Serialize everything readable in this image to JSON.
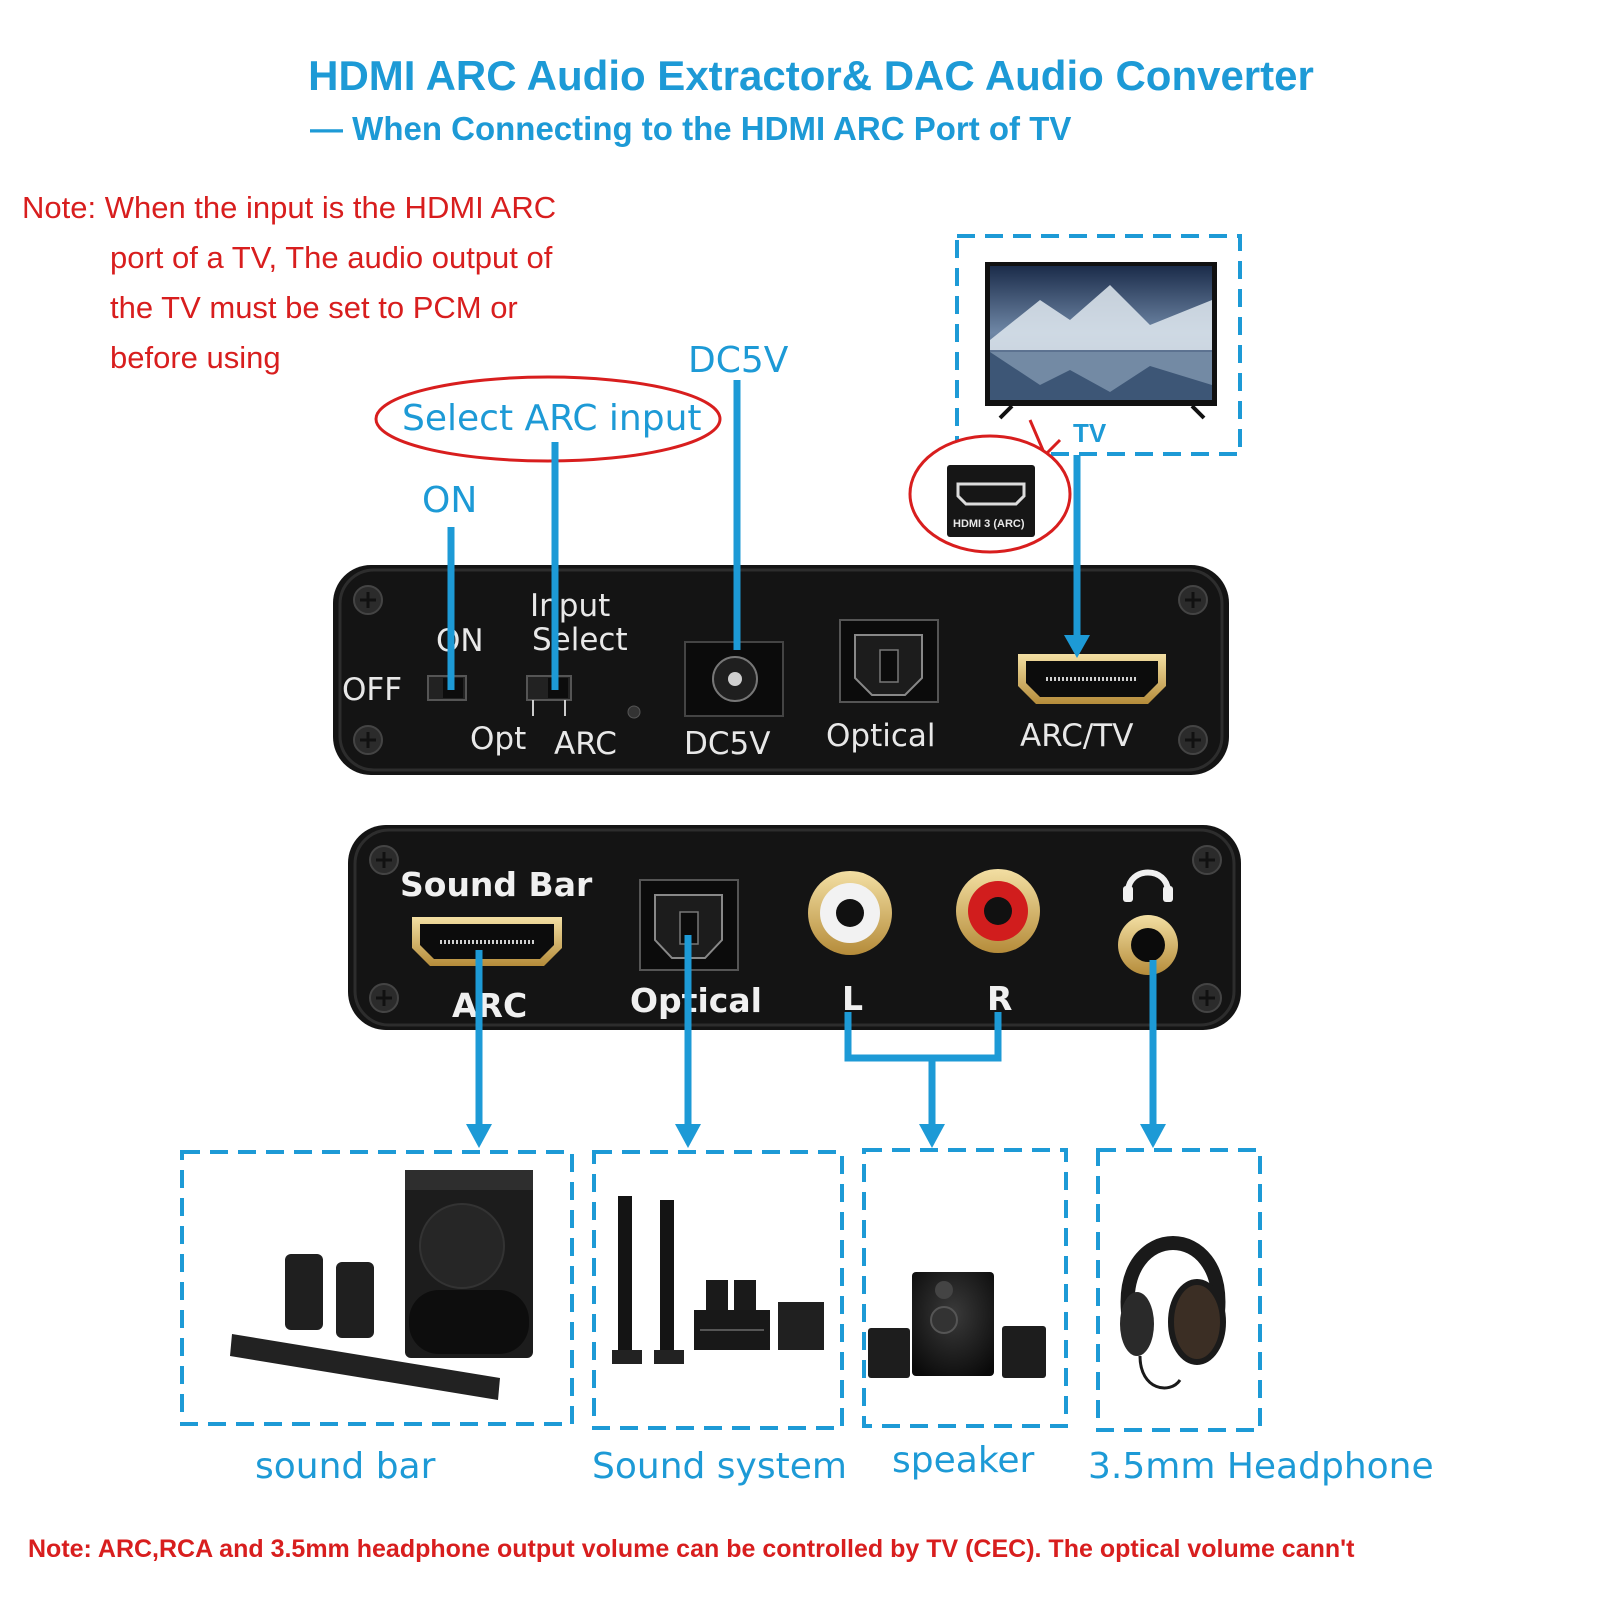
{
  "header": {
    "title": "HDMI ARC  Audio Extractor& DAC Audio Converter",
    "subtitle": "— When Connecting to the HDMI ARC Port of  TV"
  },
  "top_note": {
    "line1": "Note: When the input is the HDMI ARC",
    "line2": "port of a TV, The audio output of",
    "line3": "the TV must be set to PCM or",
    "line4": "before using"
  },
  "callouts": {
    "select_arc": "Select ARC input",
    "on": "ON",
    "dc5v": "DC5V"
  },
  "tv": {
    "label": "TV",
    "port_label": "HDMI 3 (ARC)"
  },
  "front_panel": {
    "on": "ON",
    "off": "OFF",
    "input": "Input",
    "select": "Select",
    "opt": "Opt",
    "arc": "ARC",
    "dc5v": "DC5V",
    "optical": "Optical",
    "arc_tv": "ARC/TV"
  },
  "rear_panel": {
    "sound_bar": "Sound Bar",
    "arc": "ARC",
    "optical": "Optical",
    "left": "L",
    "right": "R"
  },
  "outputs": {
    "sound_bar": "sound bar",
    "sound_system": "Sound system",
    "speaker": "speaker",
    "headphone": "3.5mm Headphone"
  },
  "bottom_note": "Note: ARC,RCA and 3.5mm headphone output volume can be controlled by TV (CEC). The optical volume cann't",
  "colors": {
    "accent_blue": "#1d9ad6",
    "note_red": "#d81e1e",
    "device_black": "#141414"
  }
}
